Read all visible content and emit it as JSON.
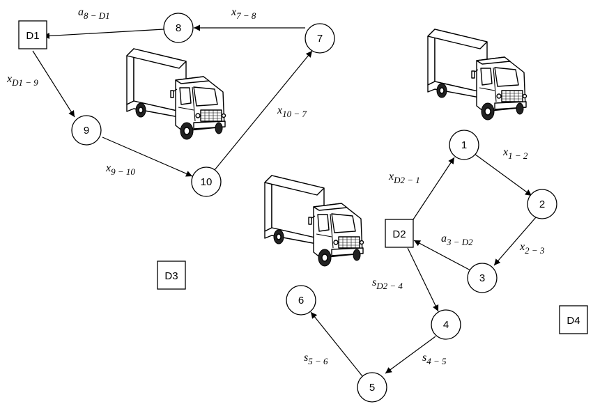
{
  "diagram": {
    "depots": [
      {
        "id": "D1",
        "label": "D1"
      },
      {
        "id": "D2",
        "label": "D2"
      },
      {
        "id": "D3",
        "label": "D3"
      },
      {
        "id": "D4",
        "label": "D4"
      }
    ],
    "nodes": [
      {
        "id": "1",
        "label": "1"
      },
      {
        "id": "2",
        "label": "2"
      },
      {
        "id": "3",
        "label": "3"
      },
      {
        "id": "4",
        "label": "4"
      },
      {
        "id": "5",
        "label": "5"
      },
      {
        "id": "6",
        "label": "6"
      },
      {
        "id": "7",
        "label": "7"
      },
      {
        "id": "8",
        "label": "8"
      },
      {
        "id": "9",
        "label": "9"
      },
      {
        "id": "10",
        "label": "10"
      }
    ],
    "edges": [
      {
        "from": "8",
        "to": "D1",
        "var": "a",
        "sub": "8 − D1"
      },
      {
        "from": "7",
        "to": "8",
        "var": "x",
        "sub": "7 − 8"
      },
      {
        "from": "D1",
        "to": "9",
        "var": "x",
        "sub": "D1 − 9"
      },
      {
        "from": "9",
        "to": "10",
        "var": "x",
        "sub": "9 − 10"
      },
      {
        "from": "10",
        "to": "7",
        "var": "x",
        "sub": "10 − 7"
      },
      {
        "from": "D2",
        "to": "1",
        "var": "x",
        "sub": "D2 − 1"
      },
      {
        "from": "1",
        "to": "2",
        "var": "x",
        "sub": "1 − 2"
      },
      {
        "from": "2",
        "to": "3",
        "var": "x",
        "sub": "2 − 3"
      },
      {
        "from": "3",
        "to": "D2",
        "var": "a",
        "sub": "3 − D2"
      },
      {
        "from": "D2",
        "to": "4",
        "var": "s",
        "sub": "D2 − 4"
      },
      {
        "from": "4",
        "to": "5",
        "var": "s",
        "sub": "4 − 5"
      },
      {
        "from": "5",
        "to": "6",
        "var": "s",
        "sub": "5 − 6"
      }
    ],
    "vehicle_icon": "truck-icon",
    "colors": {
      "stroke": "#000000",
      "fill": "#ffffff"
    }
  }
}
